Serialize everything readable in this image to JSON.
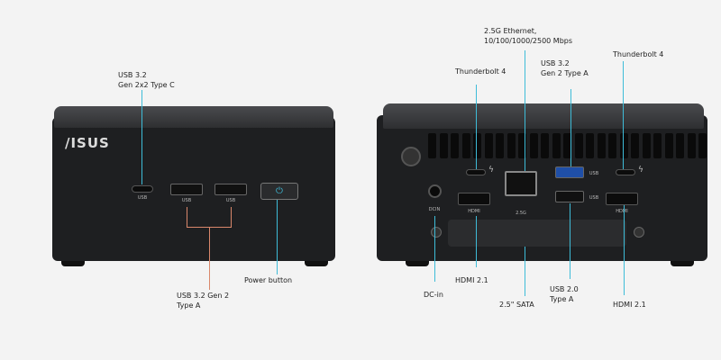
{
  "front": {
    "brand": "/ISUS",
    "labels": {
      "usb_c": "USB 3.2\nGen 2x2 Type C",
      "usb_a": "USB 3.2 Gen 2\nType A",
      "power": "Power button"
    },
    "port_marks": {
      "usb_c": "USB",
      "usb_a": "USB"
    }
  },
  "back": {
    "labels": {
      "ethernet": "2.5G Ethernet,\n10/100/1000/2500 Mbps",
      "tb_left": "Thunderbolt 4",
      "usb32": "USB 3.2\nGen 2 Type A",
      "tb_right": "Thunderbolt 4",
      "dc_in": "DC-in",
      "hdmi_left": "HDMI 2.1",
      "sata": "2.5\" SATA",
      "usb20": "USB 2.0\nType A",
      "hdmi_right": "HDMI 2.1"
    },
    "port_marks": {
      "lan": "2.5G",
      "hdmi": "HDMI",
      "dcin": "DCIN",
      "usb": "USB"
    }
  },
  "colors": {
    "leader": "#3ebcd8",
    "leader_alt": "#d9876b",
    "body": "#1e1f21"
  }
}
